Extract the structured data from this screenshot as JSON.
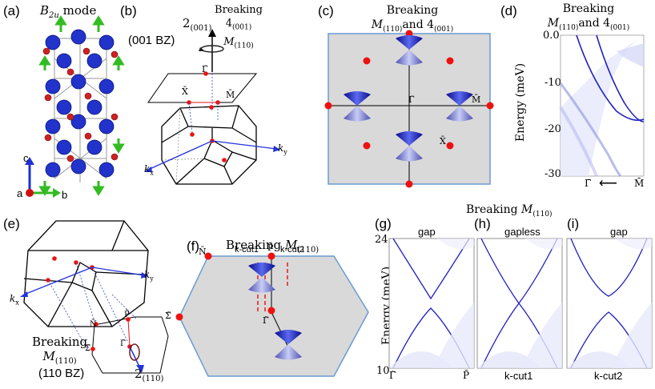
{
  "panels": {
    "a": {
      "label": "(a)",
      "mode": "B",
      "mode_sub": "2u",
      "mode_suffix": " mode",
      "axis_c": "c",
      "axis_a": "a",
      "axis_b": "b"
    },
    "b": {
      "label": "(b)",
      "title_top": "Breaking",
      "title_op1": "4",
      "title_op1_sub": "(001)",
      "title_op2": "M",
      "title_op2_sub": "(110)",
      "rot_axis": "2",
      "rot_axis_sub": "(001)",
      "bz_label": "(001 BZ)",
      "k_gamma": "Γ̄",
      "k_x": "X̄",
      "k_m": "M̄",
      "kx": "k",
      "kx_sub": "x",
      "ky": "k",
      "ky_sub": "y"
    },
    "c": {
      "label": "(c)",
      "title_top": "Breaking",
      "title_main": "M",
      "title_main_sub": "(110)",
      "title_and": "and 4",
      "title_and_sub": "(001)",
      "k_gamma": "Γ̄",
      "k_m": "M̄",
      "k_x": "X̄"
    },
    "d": {
      "label": "(d)",
      "title_top": "Breaking",
      "title_main": "M",
      "title_main_sub": "(110)",
      "title_and": "and 4",
      "title_and_sub": "(001)",
      "ylabel": "Energy (meV)",
      "yticks": [
        "0.0",
        "-10",
        "-20",
        "-30"
      ],
      "x_left": "Γ̄",
      "x_right": "M̄"
    },
    "e": {
      "label": "(e)",
      "kx": "k",
      "kx_sub": "x",
      "ky": "k",
      "ky_sub": "y",
      "breaking": "Breaking",
      "op": "M",
      "op_sub": "(110)",
      "bz_label": "(110 BZ)",
      "rot_axis": "2",
      "rot_axis_sub": "(110)",
      "k_n": "Ñ",
      "k_p": "P̃",
      "k_s": "Σ̃",
      "k_gamma": "Γ̃"
    },
    "f": {
      "label": "(f)",
      "title": "Breaking",
      "op": "M",
      "op_sub": "(110)",
      "k_n": "Ñ",
      "k_p": "P̃",
      "k_s": "Σ̃",
      "k_gamma": "Γ̃",
      "cut1": "k-cut1",
      "cut2": "k-cut2"
    },
    "ghi": {
      "title": "Breaking",
      "op": "M",
      "op_sub": "(110)",
      "g_label": "(g)",
      "g_title": "gap",
      "h_label": "(h)",
      "h_title": "gapless",
      "i_label": "(i)",
      "i_title": "gap",
      "ylabel": "Energy (meV)",
      "ytop": "24",
      "ybottom": "10",
      "g_x_left": "Γ̃",
      "g_x_right": "P̃",
      "h_x": "k-cut1",
      "i_x": "k-cut2"
    }
  },
  "colors": {
    "atom_blue": "#2233cc",
    "atom_red": "#cc2222",
    "arrow_green": "#33bb22",
    "panel_gray": "#d9d9d9",
    "panel_border": "#6b9bd1",
    "band_blue": "#2020c0",
    "point_red": "#ee1111",
    "cut_red": "#ee2222"
  }
}
